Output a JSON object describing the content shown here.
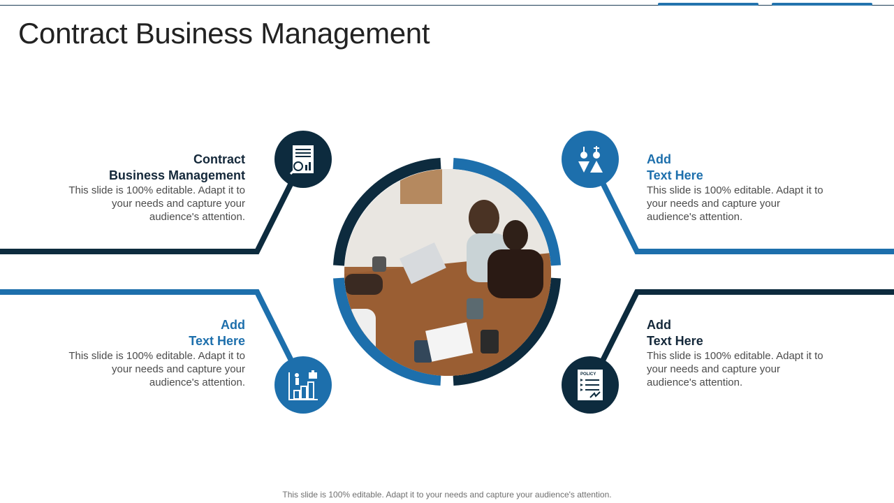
{
  "title": "Contract Business Management",
  "colors": {
    "dark_navy": "#0d2b3e",
    "accent_blue": "#1d6fac"
  },
  "photo": {
    "alt": "Business meeting"
  },
  "items": [
    {
      "heading_line1": "Contract",
      "heading_line2": "Business Management",
      "body": "This slide is 100% editable. Adapt it to your needs and capture your audience's attention.",
      "icon": "contract-document-icon"
    },
    {
      "heading_line1": "Add",
      "heading_line2": "Text Here",
      "body": "This slide is 100% editable. Adapt it to your needs and capture your audience's attention.",
      "icon": "balance-shapes-icon"
    },
    {
      "heading_line1": "Add",
      "heading_line2": "Text Here",
      "body": "This slide is 100% editable. Adapt it to your needs and capture your audience's attention.",
      "icon": "growth-stairs-icon"
    },
    {
      "heading_line1": "Add",
      "heading_line2": "Text Here",
      "body": "This slide is 100% editable. Adapt it to your needs and capture your audience's attention.",
      "icon": "policy-document-icon"
    }
  ],
  "footer": "This slide is 100% editable. Adapt it to your needs and capture your audience's attention."
}
